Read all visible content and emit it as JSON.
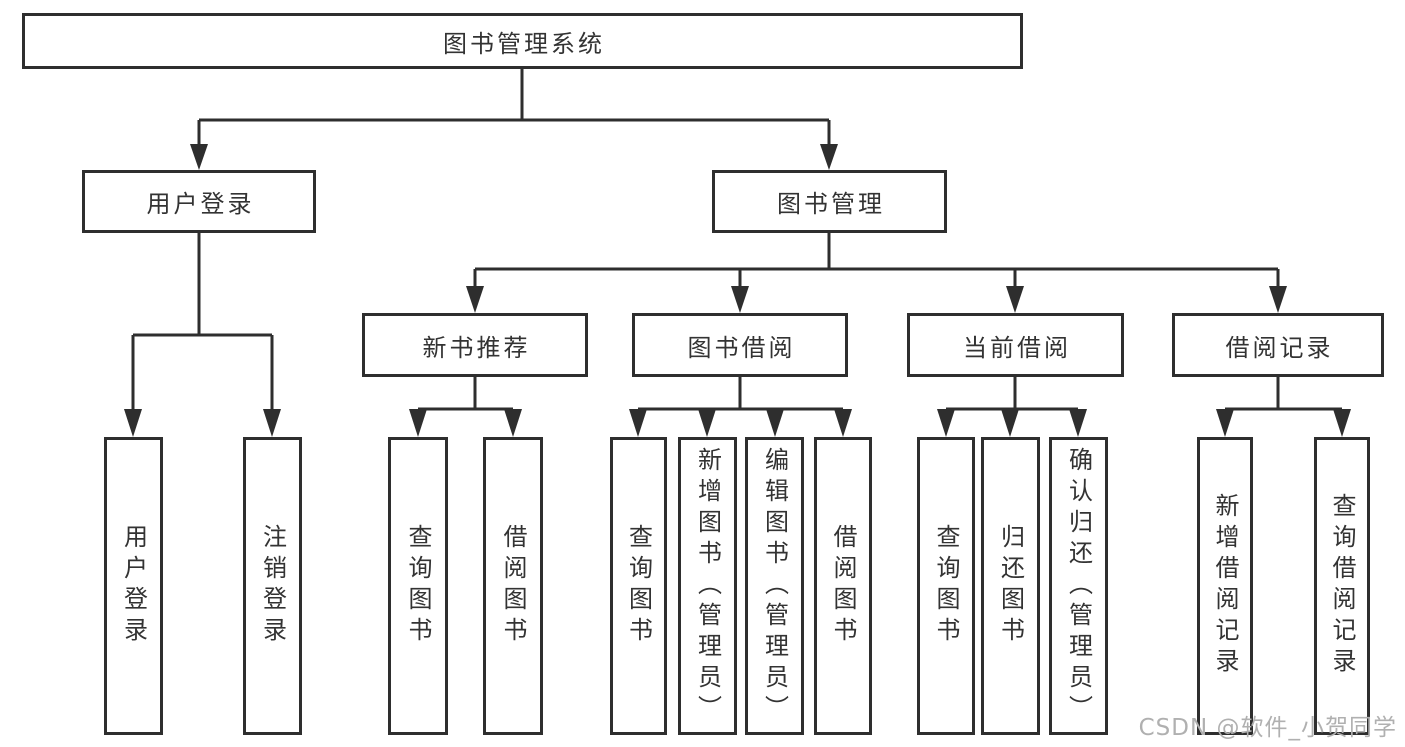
{
  "tree": {
    "label": "图书管理系统",
    "children": [
      {
        "label": "用户登录",
        "children": [
          {
            "label": "用户登录"
          },
          {
            "label": "注销登录"
          }
        ]
      },
      {
        "label": "图书管理",
        "children": [
          {
            "label": "新书推荐",
            "children": [
              {
                "label": "查询图书"
              },
              {
                "label": "借阅图书"
              }
            ]
          },
          {
            "label": "图书借阅",
            "children": [
              {
                "label": "查询图书"
              },
              {
                "label": "新增图书（管理员）"
              },
              {
                "label": "编辑图书（管理员）"
              },
              {
                "label": "借阅图书"
              }
            ]
          },
          {
            "label": "当前借阅",
            "children": [
              {
                "label": "查询图书"
              },
              {
                "label": "归还图书"
              },
              {
                "label": "确认归还（管理员）"
              }
            ]
          },
          {
            "label": "借阅记录",
            "children": [
              {
                "label": "新增借阅记录"
              },
              {
                "label": "查询借阅记录"
              }
            ]
          }
        ]
      }
    ]
  },
  "watermark": "CSDN @软件_小贺同学",
  "colors": {
    "line": "#2e2e2e",
    "box_border": "#2e2e2e",
    "text": "#333333",
    "background": "#ffffff",
    "watermark": "#b0b0b0"
  }
}
